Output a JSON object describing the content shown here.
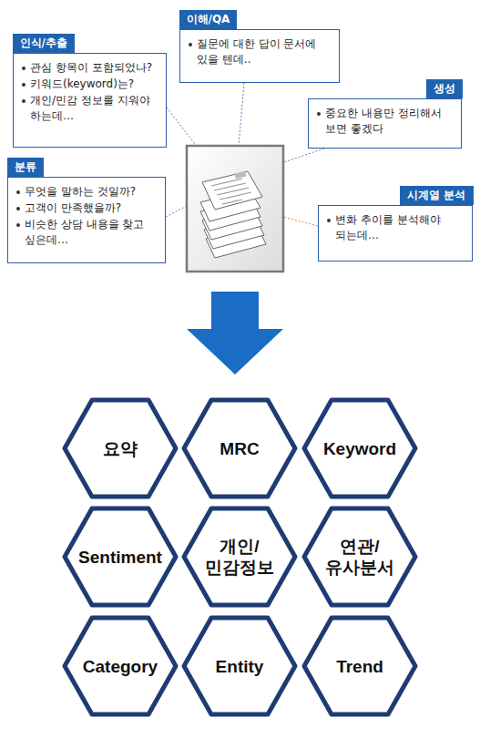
{
  "diagram": {
    "nodes": [
      {
        "text": [
          "인식/추출",
          "관심 항목이 포함되었나?",
          "키워드(keyword)는?",
          "개인/민감 정보를 지워야 하는데…"
        ]
      },
      {
        "text": [
          "이해/QA",
          "질문에 대한 답이 문서에 있을 텐데.."
        ]
      },
      {
        "text": [
          "생성",
          "중요한 내용만 정리해서 보면 좋겠다"
        ]
      },
      {
        "text": [
          "분류",
          "무엇을 말하는 것일까?",
          "고객이 만족했을까?",
          "비슷한 상담 내용을 찾고 싶은데…"
        ]
      },
      {
        "text": [
          "시계열 분석",
          "변화 추이를 분석해야 되는데…"
        ]
      },
      {
        "text": [
          "요약"
        ]
      },
      {
        "text": [
          "MRC"
        ]
      },
      {
        "text": [
          "Keyword"
        ]
      },
      {
        "text": [
          "Sentiment"
        ]
      },
      {
        "text": [
          "개인/ 민감정보"
        ]
      },
      {
        "text": [
          "연관/ 유사분서"
        ]
      },
      {
        "text": [
          "Category"
        ]
      },
      {
        "text": [
          "Entity"
        ]
      },
      {
        "text": [
          "Trend"
        ]
      }
    ]
  }
}
